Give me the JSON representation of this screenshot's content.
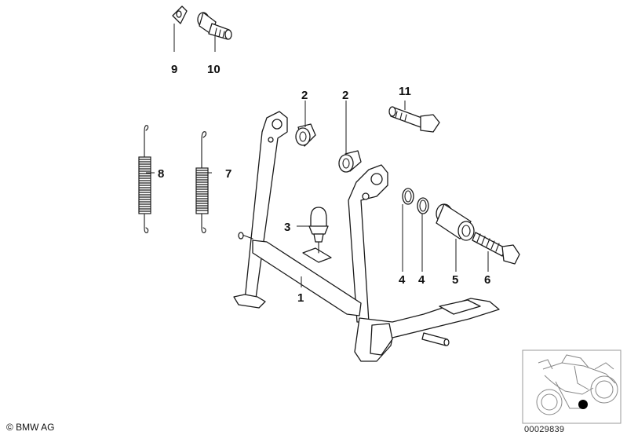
{
  "callouts": [
    {
      "id": "c1",
      "label": "1"
    },
    {
      "id": "c2a",
      "label": "2"
    },
    {
      "id": "c2b",
      "label": "2"
    },
    {
      "id": "c3",
      "label": "3"
    },
    {
      "id": "c4a",
      "label": "4"
    },
    {
      "id": "c4b",
      "label": "4"
    },
    {
      "id": "c5",
      "label": "5"
    },
    {
      "id": "c6",
      "label": "6"
    },
    {
      "id": "c7",
      "label": "7"
    },
    {
      "id": "c8",
      "label": "8"
    },
    {
      "id": "c9",
      "label": "9"
    },
    {
      "id": "c10",
      "label": "10"
    },
    {
      "id": "c11",
      "label": "11"
    }
  ],
  "footer": {
    "copyright": "© BMW AG",
    "reference": "00029839"
  },
  "locator": {
    "icon": "motorcycle-silhouette-icon",
    "marker_color": "#000000"
  }
}
